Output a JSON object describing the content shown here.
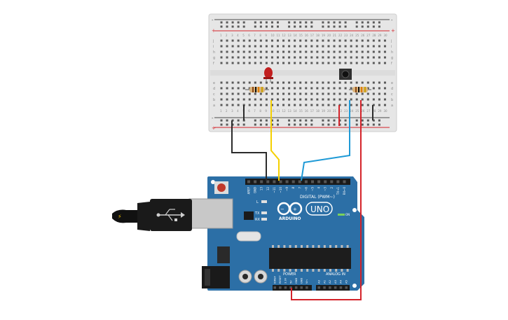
{
  "colors": {
    "board": "#2c6fa6",
    "board_dark": "#1f5a8a",
    "breadboard": "#e9e9e9",
    "wire_black": "#2b2b2b",
    "wire_yellow": "#f5d000",
    "wire_blue": "#1f9ad6",
    "wire_red": "#d4232a",
    "led": "#c21f1f"
  },
  "board": {
    "header_digital_pins": [
      "AREF",
      "GND",
      "13",
      "12",
      "~11",
      "~10",
      "~9",
      "8",
      "7",
      "~6",
      "~5",
      "4",
      "~3",
      "2",
      "TX→1",
      "RX←0"
    ],
    "digital_label": "DIGITAL (PWM~)",
    "logo_text": "ARDUINO",
    "uno_text": "UNO",
    "l_label": "L",
    "tx_label": "TX",
    "rx_label": "RX",
    "on_label": "ON",
    "power_label": "POWER",
    "analog_label": "ANALOG IN",
    "power_pins": [
      "IOREF",
      "RESET",
      "3.3V",
      "5V",
      "GND",
      "GND",
      "Vin"
    ],
    "analog_pins": [
      "A0",
      "A1",
      "A2",
      "A3",
      "A4",
      "A5"
    ]
  },
  "breadboard": {
    "row_letters_top": [
      "j",
      "i",
      "h",
      "g",
      "f"
    ],
    "row_letters_bottom": [
      "e",
      "d",
      "c",
      "b",
      "a"
    ],
    "columns": [
      "1",
      "2",
      "3",
      "4",
      "5",
      "6",
      "7",
      "8",
      "9",
      "10",
      "11",
      "12",
      "13",
      "14",
      "15",
      "16",
      "17",
      "18",
      "19",
      "20",
      "21",
      "22",
      "23",
      "24",
      "25",
      "26",
      "27",
      "28",
      "29",
      "30"
    ],
    "rail_plus": "+",
    "rail_minus": "-"
  }
}
